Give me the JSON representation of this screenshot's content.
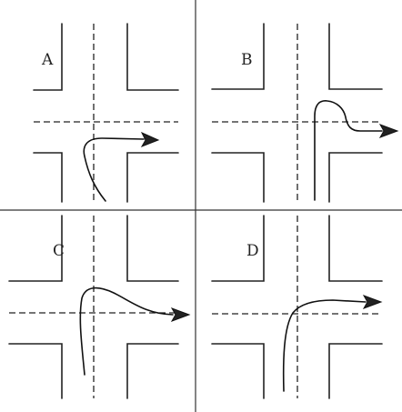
{
  "panels": [
    {
      "label": "A"
    },
    {
      "label": "B"
    },
    {
      "label": "C"
    },
    {
      "label": "D"
    }
  ],
  "colors": {
    "ink": "#222222",
    "background": "#ffffff"
  }
}
